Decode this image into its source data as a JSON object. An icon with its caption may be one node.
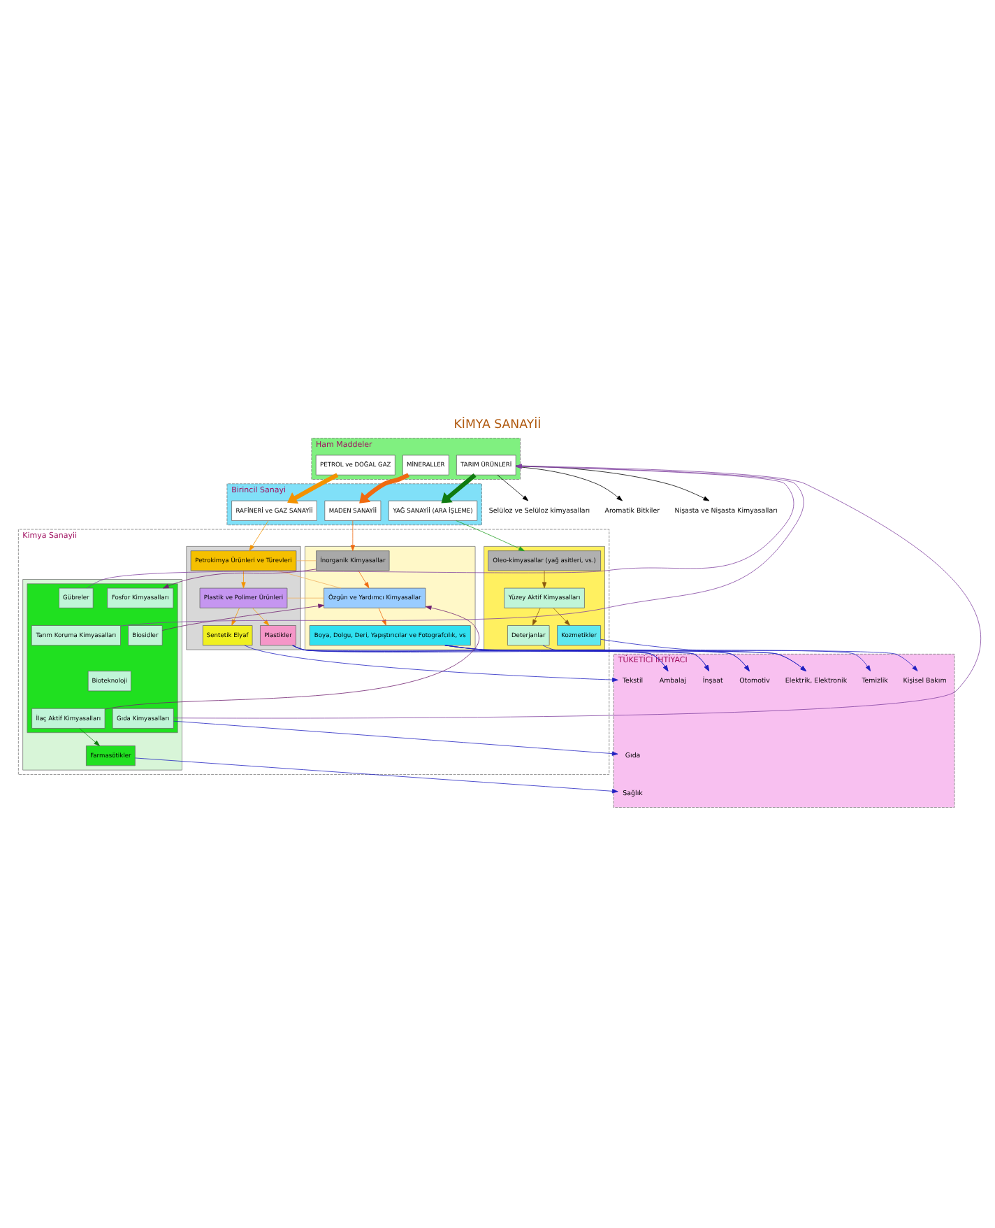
{
  "diagram": {
    "title": "KİMYA SANAYİİ",
    "nodes": [
      {
        "text": [
          "Ham Maddeler"
        ]
      },
      {
        "text": [
          "PETROL ve DOĞAL GAZ"
        ],
        "in": 0
      },
      {
        "text": [
          "MİNERALLER"
        ],
        "in": 0
      },
      {
        "text": [
          "TARIM ÜRÜNLERİ"
        ],
        "in": 0
      },
      {
        "text": [
          "Birincil Sanayi"
        ]
      },
      {
        "text": [
          "RAFİNERİ ve GAZ SANAYİİ"
        ],
        "in": 4
      },
      {
        "text": [
          "MADEN SANAYİİ"
        ],
        "in": 4
      },
      {
        "text": [
          "YAĞ SANAYİİ (ARA İŞLEME)"
        ],
        "in": 4
      },
      {
        "text": [
          "Kimya Sanayii"
        ]
      },
      {
        "text": [],
        "shape": "box",
        "in": 8
      },
      {
        "text": [
          "Petrokimya Ürünleri ve Türevleri"
        ],
        "in": 9
      },
      {
        "text": [
          "Plastik ve Polimer Ürünleri"
        ],
        "in": 9
      },
      {
        "text": [
          "Sentetik Elyaf"
        ],
        "in": 9
      },
      {
        "text": [
          "Plastikler"
        ],
        "in": 9
      },
      {
        "text": [],
        "shape": "box",
        "in": 8
      },
      {
        "text": [
          "İnorganik Kimyasallar"
        ],
        "in": 14
      },
      {
        "text": [
          "Özgün ve Yardımcı Kimyasallar"
        ],
        "in": 14
      },
      {
        "text": [
          "Boya, Dolgu, Deri, Yapıştırıcılar ve Fotografcılık, vs"
        ],
        "in": 14
      },
      {
        "text": [],
        "shape": "box",
        "in": 8
      },
      {
        "text": [],
        "shape": "box",
        "in": 18
      },
      {
        "text": [
          "Fosfor Kimyasalları"
        ],
        "in": 19
      },
      {
        "text": [
          "Gübreler"
        ],
        "in": 19
      },
      {
        "text": [
          "Biosidler"
        ],
        "in": 19
      },
      {
        "text": [
          "Tarım Koruma Kimyasalları"
        ],
        "in": 19
      },
      {
        "text": [
          "Bioteknoloji"
        ],
        "in": 19
      },
      {
        "text": [
          "İlaç Aktif Kimyasalları"
        ],
        "in": 19
      },
      {
        "text": [
          "Gıda Kimyasalları"
        ],
        "in": 19
      },
      {
        "text": [
          "Farmasötikler"
        ],
        "in": 18
      },
      {
        "text": [],
        "shape": "box",
        "in": 8
      },
      {
        "text": [
          "Oleo-kimyasallar (yağ asitleri, vs.)"
        ],
        "in": 28
      },
      {
        "text": [
          "Yüzey Aktif Kimyasalları"
        ],
        "in": 28
      },
      {
        "text": [
          "Deterjanlar"
        ],
        "in": 28
      },
      {
        "text": [
          "Kozmetikler"
        ],
        "in": 28
      },
      {
        "text": [
          "TÜKETİCİ İHTİYACI"
        ]
      },
      {
        "text": [
          "Tekstil"
        ],
        "in": 33
      },
      {
        "text": [
          "Ambalaj"
        ],
        "in": 33
      },
      {
        "text": [
          "Elektrik, Elektronik"
        ],
        "in": 33
      },
      {
        "text": [
          "Otomotiv"
        ],
        "in": 33
      },
      {
        "text": [
          "İnşaat"
        ],
        "in": 33
      },
      {
        "text": [
          "Sağlık"
        ],
        "in": 33
      },
      {
        "text": [
          "Gıda"
        ],
        "in": 33
      },
      {
        "text": [
          "Temizlik"
        ],
        "in": 33
      },
      {
        "text": [
          "Kişisel Bakım"
        ],
        "in": 33
      },
      {
        "text": [
          "Selüloz ve Selüloz kimyasalları"
        ]
      },
      {
        "text": [
          "Aromatik Bitkiler"
        ]
      },
      {
        "text": [
          "Nişasta ve Nişasta Kimyasalları"
        ]
      }
    ],
    "edges": [
      {
        "from": 1,
        "to": 5,
        "arrow": "to",
        "style": "thick",
        "color": "#f39200"
      },
      {
        "from": 2,
        "to": 6,
        "arrow": "to",
        "style": "thick",
        "color": "#f06a10"
      },
      {
        "from": 3,
        "to": 7,
        "arrow": "to",
        "style": "thick",
        "color": "#107a10"
      },
      {
        "from": 5,
        "to": 10,
        "arrow": "to",
        "color": "#f39200"
      },
      {
        "from": 6,
        "to": 15,
        "arrow": "to",
        "color": "#f06a10"
      },
      {
        "from": 7,
        "to": 29,
        "arrow": "to",
        "color": "#20a020"
      },
      {
        "from": 10,
        "to": 11,
        "arrow": "to",
        "color": "#f39200"
      },
      {
        "from": 10,
        "to": 15,
        "arrow": "none",
        "color": "#f0b060"
      },
      {
        "from": 10,
        "to": 16,
        "arrow": "none",
        "color": "#f0b060"
      },
      {
        "from": 11,
        "to": 16,
        "arrow": "none",
        "color": "#f0b060"
      },
      {
        "from": 15,
        "to": 16,
        "arrow": "to",
        "color": "#f06a10"
      },
      {
        "from": 11,
        "to": 12,
        "arrow": "to",
        "color": "#f39200"
      },
      {
        "from": 11,
        "to": 13,
        "arrow": "to",
        "color": "#f39200"
      },
      {
        "from": 16,
        "to": 17,
        "arrow": "to",
        "color": "#f06a10"
      },
      {
        "from": 15,
        "to": 20,
        "arrow": "to",
        "color": "#702070"
      },
      {
        "from": 22,
        "to": 16,
        "arrow": "to",
        "color": "#702070"
      },
      {
        "from": 25,
        "to": 16,
        "arrow": "to",
        "color": "#702070"
      },
      {
        "from": 21,
        "to": 3,
        "arrow": "to",
        "color": "#8040a0"
      },
      {
        "from": 23,
        "to": 3,
        "arrow": "to",
        "color": "#8040a0"
      },
      {
        "from": 26,
        "to": 3,
        "arrow": "to",
        "color": "#8040a0"
      },
      {
        "from": 25,
        "to": 27,
        "arrow": "to",
        "color": "#107a10"
      },
      {
        "from": 29,
        "to": 30,
        "arrow": "to",
        "color": "#8a5a10"
      },
      {
        "from": 30,
        "to": 31,
        "arrow": "to",
        "color": "#8a5a10"
      },
      {
        "from": 30,
        "to": 32,
        "arrow": "to",
        "color": "#8a5a10"
      },
      {
        "from": 12,
        "to": 34,
        "arrow": "to",
        "color": "#2020c0"
      },
      {
        "from": 13,
        "to": 35,
        "arrow": "to",
        "color": "#2020c0"
      },
      {
        "from": 13,
        "to": 36,
        "arrow": "to",
        "color": "#2020c0"
      },
      {
        "from": 13,
        "to": 37,
        "arrow": "to",
        "color": "#2020c0"
      },
      {
        "from": 13,
        "to": 38,
        "arrow": "to",
        "color": "#2020c0"
      },
      {
        "from": 17,
        "to": 35,
        "arrow": "to",
        "color": "#2020c0"
      },
      {
        "from": 17,
        "to": 36,
        "arrow": "to",
        "color": "#2020c0"
      },
      {
        "from": 17,
        "to": 37,
        "arrow": "to",
        "color": "#2020c0"
      },
      {
        "from": 17,
        "to": 38,
        "arrow": "to",
        "color": "#2020c0"
      },
      {
        "from": 27,
        "to": 39,
        "arrow": "to",
        "color": "#2020c0"
      },
      {
        "from": 26,
        "to": 40,
        "arrow": "to",
        "color": "#2020c0"
      },
      {
        "from": 31,
        "to": 41,
        "arrow": "to",
        "color": "#2020c0"
      },
      {
        "from": 32,
        "to": 42,
        "arrow": "to",
        "color": "#2020c0"
      },
      {
        "from": 3,
        "to": 43,
        "arrow": "to",
        "color": "#000000"
      },
      {
        "from": 3,
        "to": 44,
        "arrow": "to",
        "color": "#000000"
      },
      {
        "from": 3,
        "to": 45,
        "arrow": "to",
        "color": "#000000"
      }
    ]
  }
}
